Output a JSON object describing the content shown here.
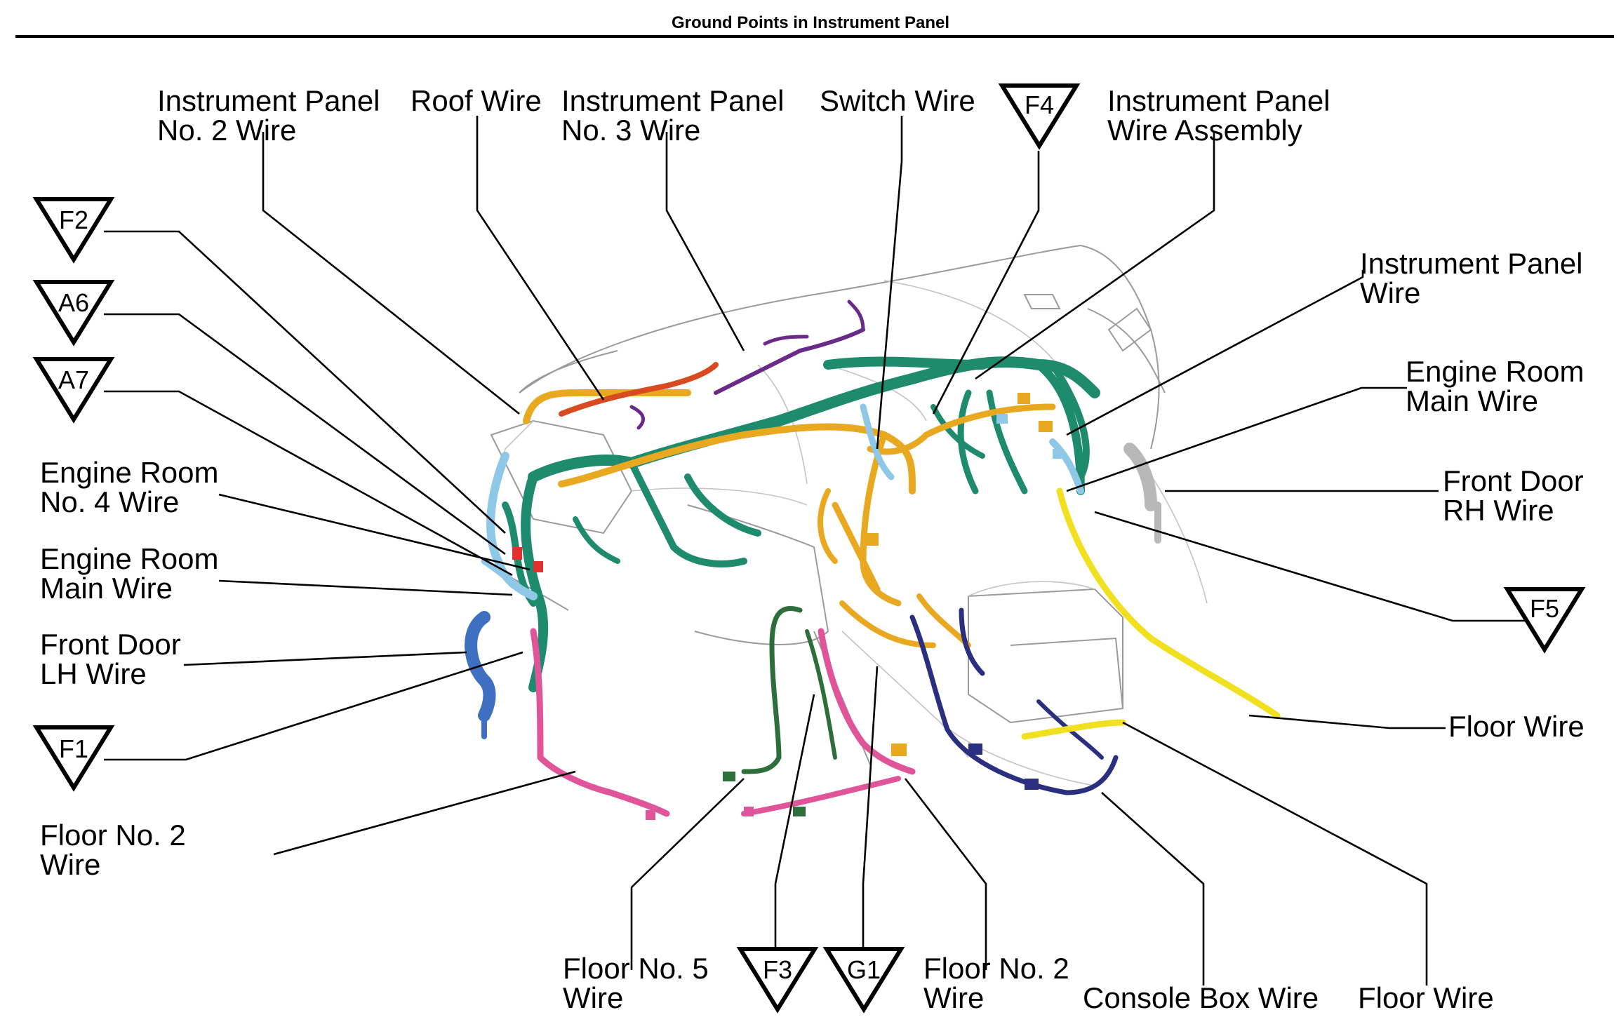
{
  "header": {
    "title": "Ground Points in Instrument Panel"
  },
  "labels": {
    "ip2": [
      "Instrument Panel",
      "No. 2 Wire"
    ],
    "roof": [
      "Roof Wire"
    ],
    "ip3": [
      "Instrument Panel",
      "No. 3 Wire"
    ],
    "switch": [
      "Switch Wire"
    ],
    "ipassy": [
      "Instrument Panel",
      "Wire Assembly"
    ],
    "ipwire": [
      "Instrument Panel",
      "Wire"
    ],
    "ermain_r": [
      "Engine Room",
      "Main Wire"
    ],
    "frontdoor_rh": [
      "Front Door",
      "RH Wire"
    ],
    "floor_r": [
      "Floor Wire"
    ],
    "er4": [
      "Engine Room",
      "No. 4 Wire"
    ],
    "ermain_l": [
      "Engine Room",
      "Main Wire"
    ],
    "frontdoor_lh": [
      "Front Door",
      "LH Wire"
    ],
    "floor2_l": [
      "Floor No. 2",
      "Wire"
    ],
    "floor5": [
      "Floor No. 5",
      "Wire"
    ],
    "floor2_b": [
      "Floor No. 2",
      "Wire"
    ],
    "console": [
      "Console Box Wire"
    ],
    "floor_b": [
      "Floor Wire"
    ]
  },
  "ground_points": {
    "F1": "F1",
    "F2": "F2",
    "F3": "F3",
    "F4": "F4",
    "F5": "F5",
    "A6": "A6",
    "A7": "A7",
    "G1": "G1"
  },
  "wire_colors": {
    "instrument_panel": "#1e8a6e",
    "yellow_orange": "#e8a820",
    "floor_yellow": "#f0e020",
    "purple": "#6a2a8a",
    "light_blue": "#8ec8e6",
    "blue": "#3f6fc0",
    "pink": "#e0559a",
    "navy": "#2a2f80",
    "dark_green": "#2e6e3a",
    "red_orange": "#d84a20"
  }
}
